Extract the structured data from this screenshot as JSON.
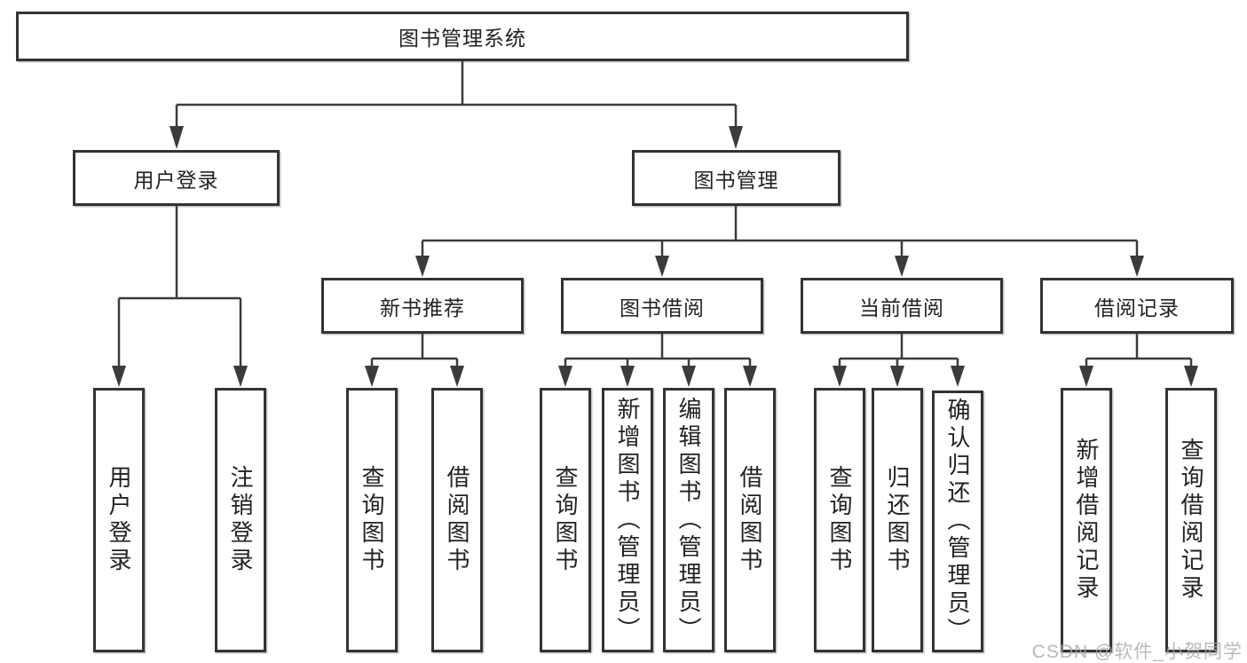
{
  "diagram": {
    "root": {
      "label": "图书管理系统"
    },
    "login_branch": {
      "label": "用户登录",
      "children": [
        {
          "label": "用户登录"
        },
        {
          "label": "注销登录"
        }
      ]
    },
    "mgmt_branch": {
      "label": "图书管理",
      "groups": [
        {
          "label": "新书推荐",
          "children": [
            {
              "label": "查询图书"
            },
            {
              "label": "借阅图书"
            }
          ]
        },
        {
          "label": "图书借阅",
          "children": [
            {
              "label": "查询图书"
            },
            {
              "label": "新增图书（管理员）"
            },
            {
              "label": "编辑图书（管理员）"
            },
            {
              "label": "借阅图书"
            }
          ]
        },
        {
          "label": "当前借阅",
          "children": [
            {
              "label": "查询图书"
            },
            {
              "label": "归还图书"
            },
            {
              "label": "确认归还（管理员）"
            }
          ]
        },
        {
          "label": "借阅记录",
          "children": [
            {
              "label": "新增借阅记录"
            },
            {
              "label": "查询借阅记录"
            }
          ]
        }
      ]
    }
  },
  "watermark": "CSDN @软件_小贺同学",
  "colors": {
    "line": "#3b3b3b",
    "box_border": "#333333",
    "text": "#222222",
    "watermark": "#a8a8a8",
    "background": "#ffffff"
  }
}
